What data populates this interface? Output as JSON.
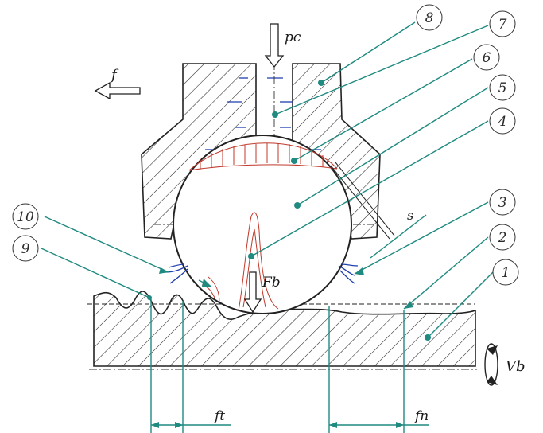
{
  "labels": {
    "pc": "pc",
    "f": "f",
    "s": "s",
    "Fb": "Fb",
    "Vb": "Vb",
    "ft": "ft",
    "fn": "fn"
  },
  "callouts": [
    "1",
    "2",
    "3",
    "4",
    "5",
    "6",
    "7",
    "8",
    "9",
    "10"
  ],
  "colors": {
    "leader": "#1f8a80",
    "pressure": "#c0392b",
    "fluid": "#1f3fb0",
    "outline": "#222222"
  }
}
